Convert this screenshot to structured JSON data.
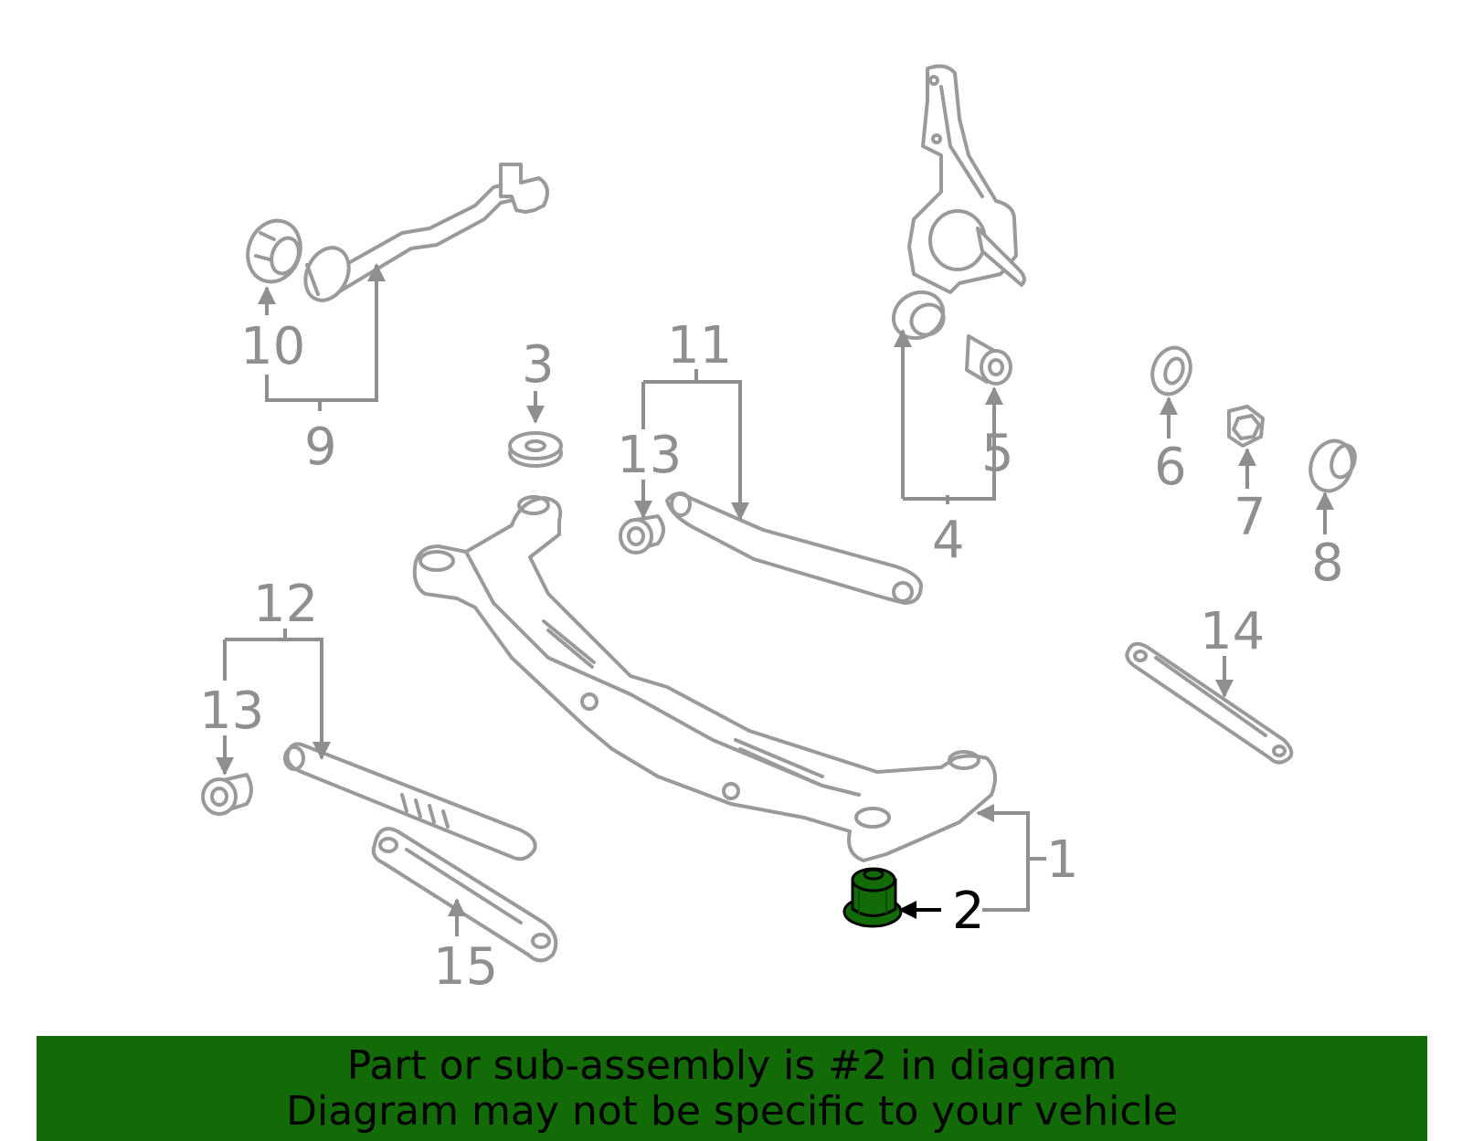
{
  "colors": {
    "highlight": "#136b08",
    "line_art": "#9a9a9a",
    "callout_text": "#8f8f8f",
    "active_callout_text": "#000000",
    "banner_background": "#136b08"
  },
  "callouts": {
    "c1": "1",
    "c2": "2",
    "c3": "3",
    "c4": "4",
    "c5": "5",
    "c6": "6",
    "c7": "7",
    "c8": "8",
    "c9": "9",
    "c10": "10",
    "c11": "11",
    "c12": "12",
    "c13a": "13",
    "c13b": "13",
    "c14": "14",
    "c15": "15"
  },
  "highlighted_part": "2",
  "banner": {
    "line1": "Part or sub-assembly is #2 in diagram",
    "line2": "Diagram may not be specific to your vehicle"
  }
}
